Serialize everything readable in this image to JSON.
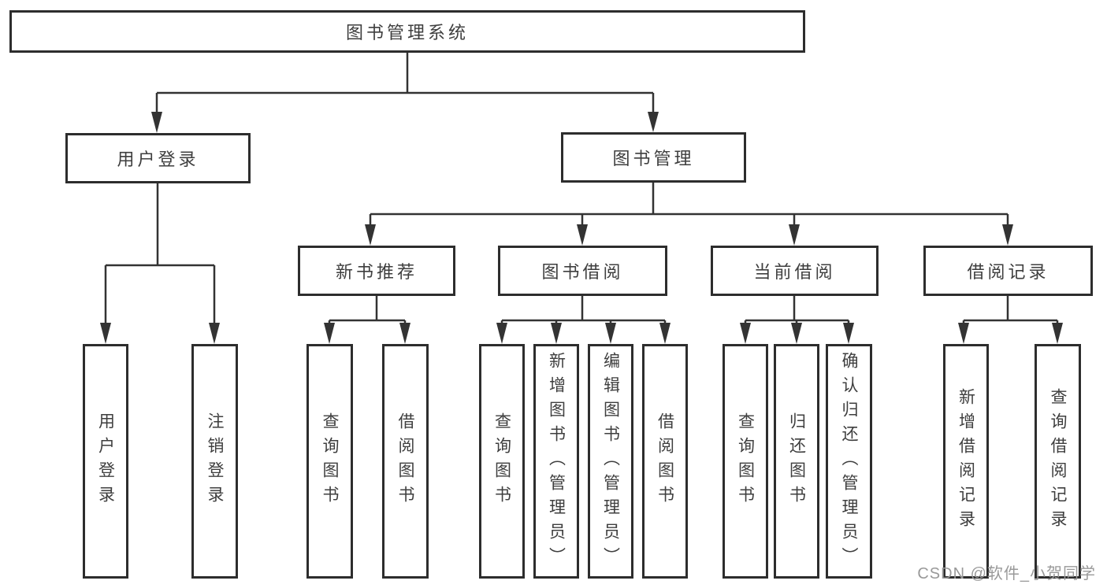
{
  "tree": {
    "root": {
      "label": "图书管理系统",
      "children": [
        {
          "label": "用户登录",
          "children": [
            {
              "label": "用户登录"
            },
            {
              "label": "注销登录"
            }
          ]
        },
        {
          "label": "图书管理",
          "children": [
            {
              "label": "新书推荐",
              "children": [
                {
                  "label": "查询图书"
                },
                {
                  "label": "借阅图书"
                }
              ]
            },
            {
              "label": "图书借阅",
              "children": [
                {
                  "label": "查询图书"
                },
                {
                  "label": "新增图书（管理员）"
                },
                {
                  "label": "编辑图书（管理员）"
                },
                {
                  "label": "借阅图书"
                }
              ]
            },
            {
              "label": "当前借阅",
              "children": [
                {
                  "label": "查询图书"
                },
                {
                  "label": "归还图书"
                },
                {
                  "label": "确认归还（管理员）"
                }
              ]
            },
            {
              "label": "借阅记录",
              "children": [
                {
                  "label": "新增借阅记录"
                },
                {
                  "label": "查询借阅记录"
                }
              ]
            }
          ]
        }
      ]
    }
  },
  "watermark": {
    "text": "CSDN @软件_小贺同学"
  },
  "colors": {
    "box_border": "#2d2d2d",
    "box_fill": "#ffffff",
    "text": "#3e3e3e",
    "connector": "#333333",
    "watermark": "#999999",
    "page_bg": "#ffffff"
  }
}
